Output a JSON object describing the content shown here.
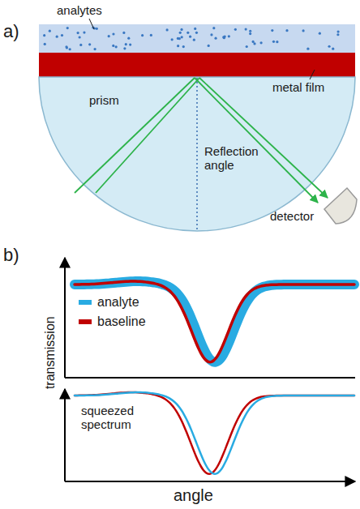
{
  "diagram": {
    "labels": [
      "a)",
      "analytes",
      "metal film",
      "prism",
      "Reflection angle",
      "detector",
      "b)",
      "transmission",
      "squeezed spectrum",
      "angle"
    ],
    "legend": [
      {
        "text": "analyte",
        "color": "#29abe2"
      },
      {
        "text": "baseline",
        "color": "#c00000"
      }
    ]
  }
}
